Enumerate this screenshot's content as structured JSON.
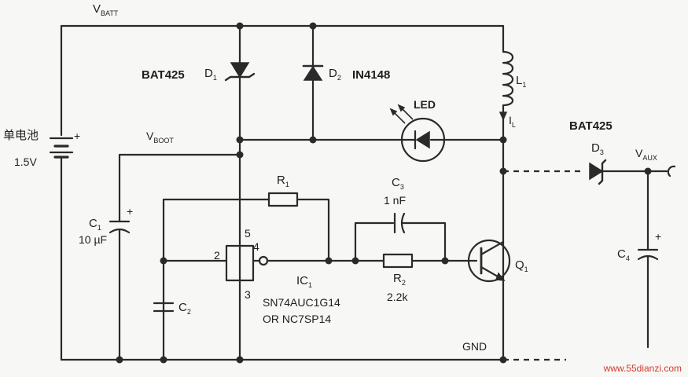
{
  "labels": {
    "vbatt_main": "V",
    "vbatt_sub": "BATT",
    "vboot_main": "V",
    "vboot_sub": "BOOT",
    "vaux_main": "V",
    "vaux_sub": "AUX",
    "battery_label": "单电池",
    "battery_voltage": "1.5V",
    "battery_plus": "+",
    "d1_model": "BAT425",
    "d1_main": "D",
    "d1_sub": "1",
    "d2_main": "D",
    "d2_sub": "2",
    "d2_model": "IN4148",
    "l1_main": "L",
    "l1_sub": "1",
    "il_main": "I",
    "il_sub": "L",
    "led": "LED",
    "d3_model": "BAT425",
    "d3_main": "D",
    "d3_sub": "3",
    "c1_main": "C",
    "c1_sub": "1",
    "c1_value": "10 µF",
    "c1_plus": "+",
    "c2_main": "C",
    "c2_sub": "2",
    "c3_main": "C",
    "c3_sub": "3",
    "c3_value": "1 nF",
    "c4_main": "C",
    "c4_sub": "4",
    "c4_plus": "+",
    "r1_main": "R",
    "r1_sub": "1",
    "r2_main": "R",
    "r2_sub": "2",
    "r2_value": "2.2k",
    "pin5": "5",
    "pin4": "4",
    "pin2": "2",
    "pin3": "3",
    "ic1_main": "IC",
    "ic1_sub": "1",
    "ic1_part1": "SN74AUC1G14",
    "ic1_part2": "OR NC7SP14",
    "q1_main": "Q",
    "q1_sub": "1",
    "gnd": "GND",
    "watermark": "www.55dianzi.com"
  },
  "colors": {
    "ink": "#2a2a2a",
    "watermark": "#d43a2f",
    "paper": "#f7f7f5"
  }
}
